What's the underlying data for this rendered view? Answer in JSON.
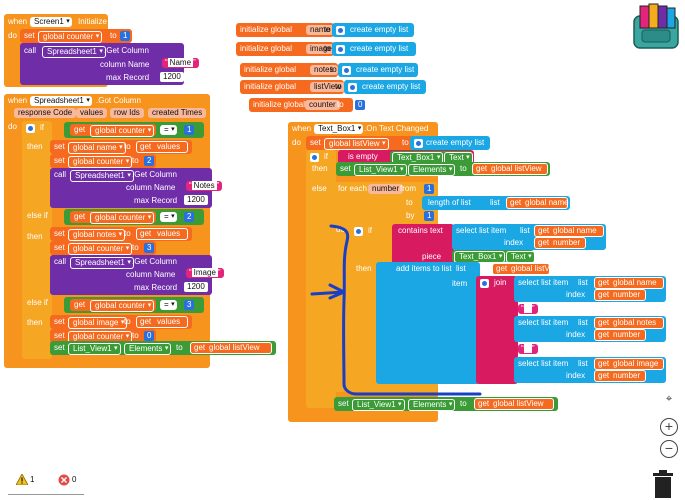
{
  "workspace": {
    "warnings_count": "1",
    "errors_count": "0"
  },
  "screen_init": {
    "when_label": "when",
    "component": "Screen1",
    "event": "Initialize",
    "do_label": "do",
    "set_label": "set",
    "var": "global counter",
    "to_label": "to",
    "init_value": "1",
    "call_label": "call",
    "spreadsheet": "Spreadsheet1",
    "method": ".Get Column",
    "column_name_label": "column Name",
    "column_name_value": "Name",
    "max_record_label": "max Record",
    "max_record_value": "1200"
  },
  "globals": [
    {
      "label": "initialize global",
      "name": "name",
      "to": "to",
      "value": "create empty list"
    },
    {
      "label": "initialize global",
      "name": "image",
      "to": "to",
      "value": "create empty list"
    },
    {
      "label": "initialize global",
      "name": "notes",
      "to": "to",
      "value": "create empty list"
    },
    {
      "label": "initialize global",
      "name": "listView",
      "to": "to",
      "value": "create empty list"
    },
    {
      "label": "initialize global",
      "name": "counter",
      "to": "to",
      "value": "0"
    }
  ],
  "got_column": {
    "when_label": "when",
    "component": "Spreadsheet1",
    "event": ".Got Column",
    "params": [
      "response Code",
      "values",
      "row Ids",
      "created Times"
    ],
    "do_label": "do",
    "if_label": "if",
    "then_label": "then",
    "else_if_label": "else if",
    "get_label": "get",
    "eq": "=",
    "set_label": "set",
    "to_label": "to",
    "call_label": "call",
    "counter_var": "global counter",
    "values_var": "values",
    "branch1": {
      "cond": "1",
      "target": "global name",
      "next": "2",
      "column": "Notes",
      "max": "1200"
    },
    "branch2": {
      "cond": "2",
      "target": "global notes",
      "next": "3",
      "column": "Image",
      "max": "1200"
    },
    "branch3": {
      "cond": "3",
      "target": "global image",
      "next": "0"
    },
    "spreadsheet": "Spreadsheet1",
    "method": ".Get Column",
    "column_name_label": "column Name",
    "max_record_label": "max Record",
    "listview": "List_View1",
    "elements": "Elements",
    "listview_var": "global listView"
  },
  "text_changed": {
    "when_label": "when",
    "component": "Text_Box1",
    "event": ".On Text Changed",
    "do_label": "do",
    "set_label": "set",
    "to_label": "to",
    "listview_var": "global listView",
    "create_empty_list": "create empty list",
    "if_label": "if",
    "is_empty": "is empty",
    "textbox": "Text_Box1",
    "text_prop": "Text",
    "then_label": "then",
    "else_label": "else",
    "listview": "List_View1",
    "elements": "Elements",
    "get_label": "get",
    "for_each": "for each",
    "number_var": "number",
    "from_label": "from",
    "from_value": "1",
    "to_value_label": "length of list",
    "list_label": "list",
    "name_var": "global name",
    "by_label": "by",
    "by_value": "1",
    "do_label2": "do",
    "contains_label": "contains",
    "text_label": "text",
    "select_item": "select list item",
    "index_label": "index",
    "piece_label": "piece",
    "add_items": "add items to list",
    "item_label": "item",
    "join_label": "join",
    "notes_var": "global notes",
    "image_var": "global image",
    "separator": " "
  }
}
